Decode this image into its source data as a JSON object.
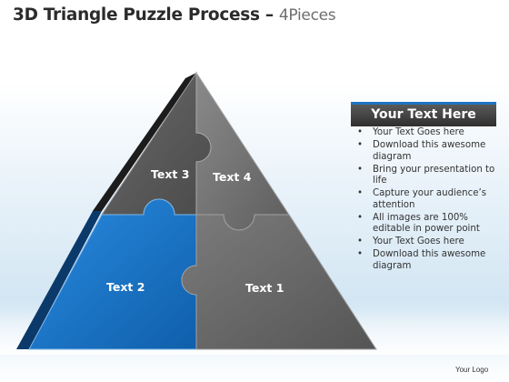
{
  "title": {
    "main": "3D Triangle Puzzle Process",
    "separator": " – ",
    "sub": "4Pieces"
  },
  "pieces": [
    {
      "id": "piece-1",
      "label": "Text 1",
      "color": "#6e6e6e"
    },
    {
      "id": "piece-2",
      "label": "Text 2",
      "color": "#1a73c9"
    },
    {
      "id": "piece-3",
      "label": "Text 3",
      "color": "#5d5d5d"
    },
    {
      "id": "piece-4",
      "label": "Text 4",
      "color": "#6a6a6a"
    }
  ],
  "sidebar": {
    "header": "Your Text Here",
    "bullets": [
      "Your Text Goes here",
      "Download this awesome diagram",
      "Bring your presentation to life",
      "Capture your audience’s attention",
      "All images are 100% editable in power point",
      "Your Text Goes here",
      "Download this awesome diagram"
    ]
  },
  "footer": {
    "logo": "Your Logo"
  },
  "colors": {
    "accent": "#1f74c4",
    "piece_blue": "#1a73c9",
    "piece_gray": "#6b6b6b",
    "edge_dark": "#1e1e1e"
  }
}
